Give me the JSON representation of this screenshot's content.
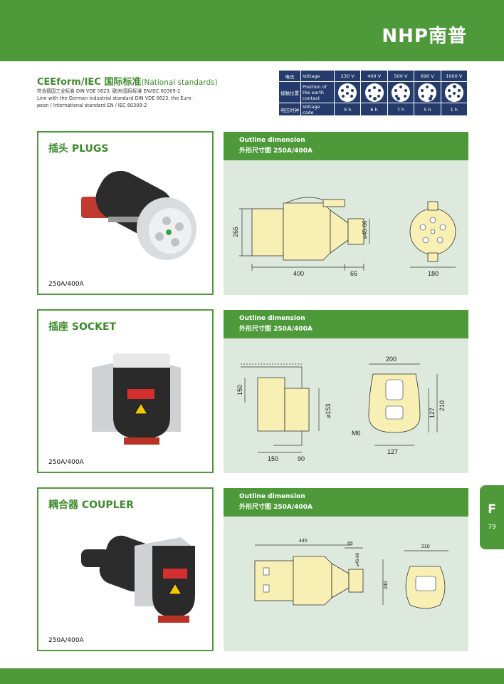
{
  "brand": {
    "logo": "NHP南普"
  },
  "standards": {
    "title_main": "CEEform/IEC 国际标准",
    "title_sub": "(National standards)",
    "line1": "符合德国工业标准 DIN VDE 0623, 欧洲/国际标准 EN/IEC 60309-2",
    "line2": "Line with the German industrial standard DIN VDE 0623, the Euro-",
    "line3": "pean / International standard EN / IEC 60309-2"
  },
  "voltage_table": {
    "row1": {
      "cn": "电压",
      "en": "Voltage",
      "values": [
        "230 V",
        "400 V",
        "500 V",
        "690 V",
        "1000 V"
      ]
    },
    "row2": {
      "cn": "接触位置",
      "en": "Position of the earth contact"
    },
    "row3": {
      "cn": "电压时钟",
      "en": "Voltage code",
      "values": [
        "9 h",
        "6 h",
        "7 h",
        "5 h",
        "1 h"
      ]
    }
  },
  "products": [
    {
      "title": "插头  PLUGS",
      "rating": "250A/400A"
    },
    {
      "title": "插座  SOCKET",
      "rating": "250A/400A"
    },
    {
      "title": "耦合器  COUPLER",
      "rating": "250A/400A"
    }
  ],
  "dimension_panels": [
    {
      "heading_en": "Outline dimension",
      "heading_cn": "外形尺寸图 250A/400A",
      "dims": {
        "height": "265",
        "length": "400",
        "offset": "65",
        "dia": "⌀45-66",
        "width": "180"
      }
    },
    {
      "heading_en": "Outline dimension",
      "heading_cn": "外形尺寸图 250A/400A",
      "dims": {
        "h1": "150",
        "dia": "⌀153",
        "w1": "150",
        "w2": "90",
        "w3": "200",
        "h2": "127",
        "h3": "210",
        "w4": "127",
        "screw": "M6"
      }
    },
    {
      "heading_en": "Outline dimension",
      "heading_cn": "外形尺寸图 250A/400A",
      "dims": {
        "length": "445",
        "offset": "65",
        "dia": "⌀45-66",
        "h": "240",
        "width": "210"
      }
    }
  ],
  "side_tab": {
    "letter": "F",
    "page": "79"
  },
  "colors": {
    "brand_green": "#4e9a3b",
    "panel_bg": "#dde9dd",
    "table_navy": "#243b6b",
    "drawing_fill": "#f7efb4"
  }
}
